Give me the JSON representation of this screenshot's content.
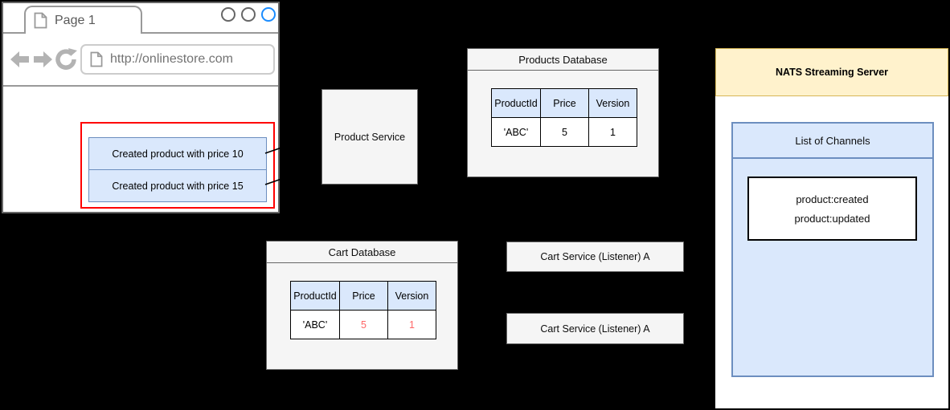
{
  "colors": {
    "canvas_bg": "#000000",
    "red_highlight": "#ff0000",
    "red_value": "#ff6666",
    "blue_fill": "#dae8fc",
    "blue_stroke": "#6c8ebf",
    "yellow_fill": "#fff2cc",
    "yellow_stroke": "#d6b656",
    "gray_fill": "#f5f5f5",
    "gray_stroke": "#666666",
    "browser_chrome_gray": "#999999",
    "control_blue": "#1a8cff"
  },
  "browser": {
    "tab_label": "Page 1",
    "url": "http://onlinestore.com",
    "messages": [
      {
        "label": "Created product with price 10"
      },
      {
        "label": "Created product with price 15"
      }
    ]
  },
  "product_service": {
    "label": "Product Service"
  },
  "products_database": {
    "title": "Products Database",
    "columns": [
      "ProductId",
      "Price",
      "Version"
    ],
    "rows": [
      {
        "cells": [
          "'ABC'",
          "5",
          "1"
        ]
      }
    ]
  },
  "cart_database": {
    "title": "Cart Database",
    "columns": [
      "ProductId",
      "Price",
      "Version"
    ],
    "rows": [
      {
        "cells": [
          "'ABC'",
          "5",
          "1"
        ]
      }
    ]
  },
  "cart_services": [
    {
      "label": "Cart Service (Listener) A"
    },
    {
      "label": "Cart Service (Listener) A"
    }
  ],
  "nats": {
    "title": "NATS Streaming Server",
    "channels_panel_title": "List of Channels",
    "channels": [
      "product:created",
      "product:updated"
    ]
  }
}
